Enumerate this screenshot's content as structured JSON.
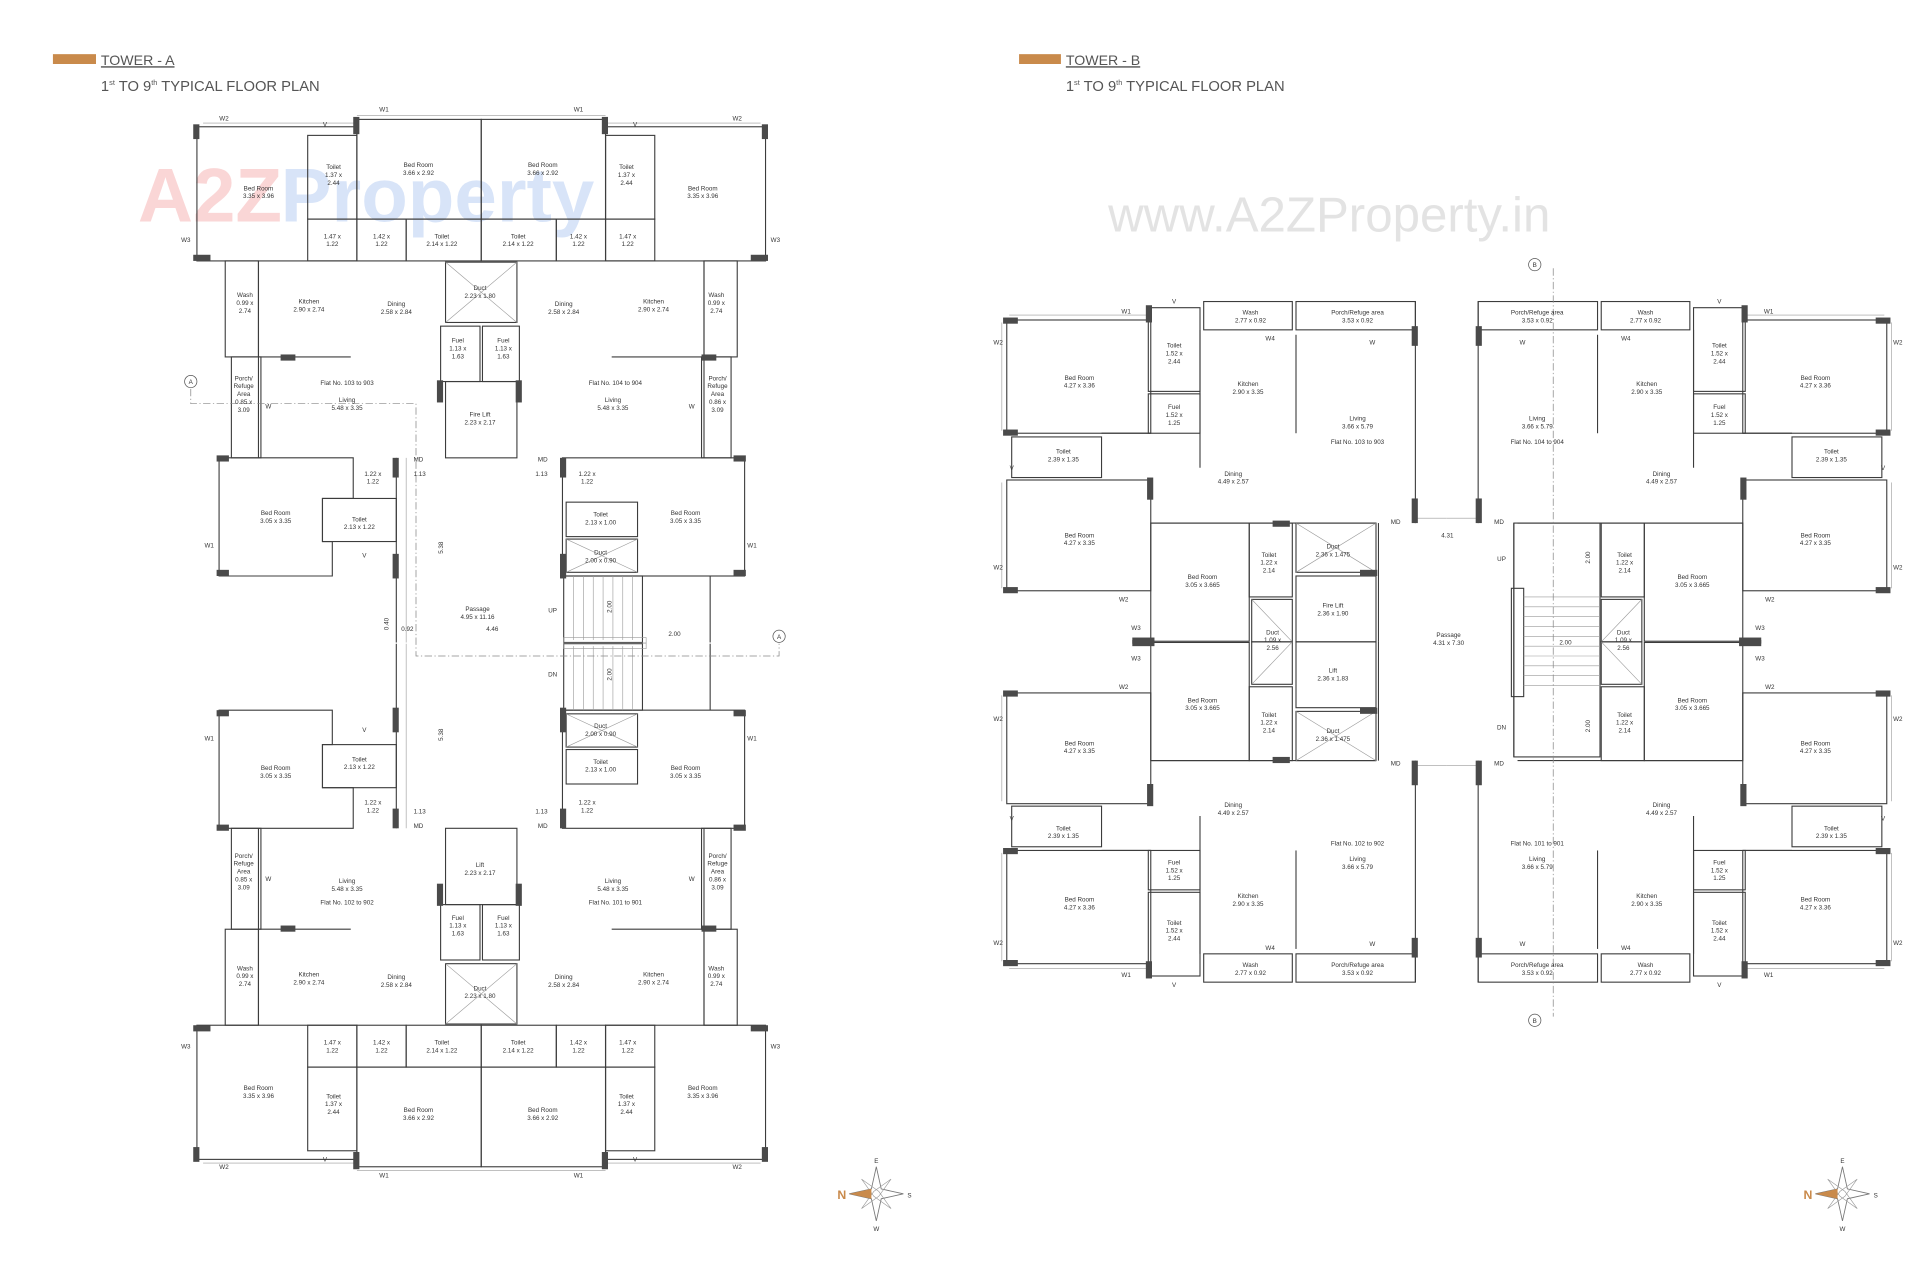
{
  "accent_color": "#c98a4b",
  "watermark_logo": {
    "part1": "A2Z",
    "part2": "Property",
    "colors": [
      "#f4a5a5",
      "#a8d8a8",
      "#a9c4f0",
      "#f5e39a"
    ]
  },
  "watermark_url": "www.A2ZProperty.in",
  "tower_a": {
    "title": "TOWER - A",
    "subtitle": {
      "n1": "1",
      "s1": "st",
      "mid": " TO 9",
      "s2": "th",
      "rest": " TYPICAL FLOOR PLAN"
    },
    "section_marker": "A",
    "compass": {
      "n": "N",
      "e": "E",
      "s": "S",
      "w": "W"
    },
    "labels": [
      [
        "W2"
      ],
      [
        "V"
      ],
      [
        "W1"
      ],
      [
        "W1"
      ],
      [
        "V"
      ],
      [
        "W2"
      ],
      [
        "Bed Room",
        "3.35 x 3.96"
      ],
      [
        "Toilet",
        "1.37 x",
        "2.44"
      ],
      [
        "Bed Room",
        "3.66 x 2.92"
      ],
      [
        "Bed Room",
        "3.66 x 2.92"
      ],
      [
        "Toilet",
        "1.37 x",
        "2.44"
      ],
      [
        "Bed Room",
        "3.35 x 3.96"
      ],
      [
        "W3"
      ],
      [
        "W3"
      ],
      [
        "1.47 x",
        "1.22"
      ],
      [
        "1.42 x",
        "1.22"
      ],
      [
        "Toilet",
        "2.14 x 1.22"
      ],
      [
        "Toilet",
        "2.14 x 1.22"
      ],
      [
        "1.42 x",
        "1.22"
      ],
      [
        "1.47 x",
        "1.22"
      ],
      [
        "Wash",
        "0.99 x",
        "2.74"
      ],
      [
        "Kitchen",
        "2.90 x 2.74"
      ],
      [
        "Dining",
        "2.58 x 2.84"
      ],
      [
        "Duct",
        "2.23 x 1.80"
      ],
      [
        "Dining",
        "2.58 x 2.84"
      ],
      [
        "Kitchen",
        "2.90 x 2.74"
      ],
      [
        "Wash",
        "0.99 x",
        "2.74"
      ],
      [
        "Fuel",
        "1.13 x",
        "1.63"
      ],
      [
        "Fuel",
        "1.13 x",
        "1.63"
      ],
      [
        "Flat No. 103 to 903"
      ],
      [
        "Living",
        "5.48 x 3.35"
      ],
      [
        "Fire Lift",
        "2.23 x 2.17"
      ],
      [
        "Flat No. 104 to 904"
      ],
      [
        "Living",
        "5.48 x 3.35"
      ],
      [
        "Porch/",
        "Refuge",
        "Area",
        "0.85 x",
        "3.09"
      ],
      [
        "Porch/",
        "Refuge",
        "Area",
        "0.86 x",
        "3.09"
      ],
      [
        "W"
      ],
      [
        "W"
      ],
      [
        "MD"
      ],
      [
        "MD"
      ],
      [
        "1.13"
      ],
      [
        "1.13"
      ],
      [
        "1.22 x",
        "1.22"
      ],
      [
        "1.22 x",
        "1.22"
      ],
      [
        "Bed Room",
        "3.05 x 3.35"
      ],
      [
        "Toilet",
        "2.13 x 1.22"
      ],
      [
        "Toilet",
        "2.13 x 1.00"
      ],
      [
        "Duct",
        "2.00 x 0.90"
      ],
      [
        "Bed Room",
        "3.05 x 3.35"
      ],
      [
        "W1"
      ],
      [
        "W1"
      ],
      [
        "V"
      ],
      [
        "Passage",
        "4.95 x 11.16"
      ],
      [
        "UP"
      ],
      [
        "5.38"
      ],
      [
        "0.40"
      ],
      [
        "0.92"
      ],
      [
        "4.46"
      ],
      [
        "2.00"
      ],
      [
        "2.00"
      ],
      [
        "DN"
      ],
      [
        "2.00"
      ],
      [
        "5.38"
      ],
      [
        "Duct",
        "2.00 x 0.90"
      ],
      [
        "Toilet",
        "2.13 x 1.00"
      ],
      [
        "Bed Room",
        "3.05 x 3.35"
      ],
      [
        "Toilet",
        "2.13 x 1.22"
      ],
      [
        "Bed Room",
        "3.05 x 3.35"
      ],
      [
        "W1"
      ],
      [
        "W1"
      ],
      [
        "V"
      ],
      [
        "1.22 x",
        "1.22"
      ],
      [
        "1.22 x",
        "1.22"
      ],
      [
        "1.13"
      ],
      [
        "1.13"
      ],
      [
        "MD"
      ],
      [
        "MD"
      ],
      [
        "Lift",
        "2.23 x 2.17"
      ],
      [
        "Living",
        "5.48 x 3.35"
      ],
      [
        "Flat No. 102 to 902"
      ],
      [
        "Living",
        "5.48 x 3.35"
      ],
      [
        "Flat No. 101 to 901"
      ],
      [
        "Porch/",
        "Refuge",
        "Area",
        "0.85 x",
        "3.09"
      ],
      [
        "Porch/",
        "Refuge",
        "Area",
        "0.86 x",
        "3.09"
      ],
      [
        "W"
      ],
      [
        "W"
      ],
      [
        "Fuel",
        "1.13 x",
        "1.63"
      ],
      [
        "Fuel",
        "1.13 x",
        "1.63"
      ],
      [
        "Wash",
        "0.99 x",
        "2.74"
      ],
      [
        "Kitchen",
        "2.90 x 2.74"
      ],
      [
        "Dining",
        "2.58 x 2.84"
      ],
      [
        "Duct",
        "2.23 x 1.80"
      ],
      [
        "Dining",
        "2.58 x 2.84"
      ],
      [
        "Kitchen",
        "2.90 x 2.74"
      ],
      [
        "Wash",
        "0.99 x",
        "2.74"
      ],
      [
        "1.47 x",
        "1.22"
      ],
      [
        "1.42 x",
        "1.22"
      ],
      [
        "Toilet",
        "2.14 x 1.22"
      ],
      [
        "Toilet",
        "2.14 x 1.22"
      ],
      [
        "1.42 x",
        "1.22"
      ],
      [
        "1.47 x",
        "1.22"
      ],
      [
        "W3"
      ],
      [
        "W3"
      ],
      [
        "Bed Room",
        "3.35 x 3.96"
      ],
      [
        "Toilet",
        "1.37 x",
        "2.44"
      ],
      [
        "Bed Room",
        "3.66 x 2.92"
      ],
      [
        "Bed Room",
        "3.66 x 2.92"
      ],
      [
        "Toilet",
        "1.37 x",
        "2.44"
      ],
      [
        "Bed Room",
        "3.35 x 3.96"
      ],
      [
        "W2"
      ],
      [
        "V"
      ],
      [
        "W1"
      ],
      [
        "W1"
      ],
      [
        "V"
      ],
      [
        "W2"
      ]
    ]
  },
  "tower_b": {
    "title": "TOWER - B",
    "subtitle": {
      "n1": "1",
      "s1": "st",
      "mid": " TO 9",
      "s2": "th",
      "rest": " TYPICAL FLOOR PLAN"
    },
    "section_marker": "B",
    "compass": {
      "n": "N",
      "e": "E",
      "s": "S",
      "w": "W"
    },
    "labels": [
      [
        "W1"
      ],
      [
        "V"
      ],
      [
        "Wash",
        "2.77 x 0.92"
      ],
      [
        "Porch/Refuge area",
        "3.53 x 0.92"
      ],
      [
        "W4"
      ],
      [
        "W"
      ],
      [
        "W2"
      ],
      [
        "Toilet",
        "1.52 x",
        "2.44"
      ],
      [
        "Bed Room",
        "4.27 x 3.36"
      ],
      [
        "Kitchen",
        "2.90 x 3.35"
      ],
      [
        "Living",
        "3.66 x 5.79"
      ],
      [
        "Flat No. 103 to 903"
      ],
      [
        "Fuel",
        "1.52 x",
        "1.25"
      ],
      [
        "Toilet",
        "2.39 x 1.35"
      ],
      [
        "V"
      ],
      [
        "Dining",
        "4.49 x 2.57"
      ],
      [
        "Bed Room",
        "4.27 x 3.35"
      ],
      [
        "W2"
      ],
      [
        "MD"
      ],
      [
        "Bed Room",
        "3.05 x 3.665"
      ],
      [
        "Toilet",
        "1.22 x",
        "2.14"
      ],
      [
        "Duct",
        "2.36 x 1.475"
      ],
      [
        "Fire Lift",
        "2.36 x 1.90"
      ],
      [
        "Duct",
        "1.09 x",
        "2.56"
      ],
      [
        "Lift",
        "2.36 x 1.83"
      ],
      [
        "W2"
      ],
      [
        "W3"
      ],
      [
        "W3"
      ],
      [
        "W2"
      ],
      [
        "Passage",
        "4.31 x 7.30"
      ],
      [
        "4.31"
      ],
      [
        "Bed Room",
        "3.05 x 3.665"
      ],
      [
        "Toilet",
        "1.22 x",
        "2.14"
      ],
      [
        "Duct",
        "2.36 x 1.475"
      ],
      [
        "MD"
      ],
      [
        "Bed Room",
        "4.27 x 3.35"
      ],
      [
        "W2"
      ],
      [
        "Dining",
        "4.49 x 2.57"
      ],
      [
        "Toilet",
        "2.39 x 1.35"
      ],
      [
        "V"
      ],
      [
        "Flat No. 102 to 902"
      ],
      [
        "Living",
        "3.66 x 5.79"
      ],
      [
        "Fuel",
        "1.52 x",
        "1.25"
      ],
      [
        "Kitchen",
        "2.90 x 3.35"
      ],
      [
        "Bed Room",
        "4.27 x 3.36"
      ],
      [
        "Toilet",
        "1.52 x",
        "2.44"
      ],
      [
        "W2"
      ],
      [
        "W4"
      ],
      [
        "W"
      ],
      [
        "Wash",
        "2.77 x 0.92"
      ],
      [
        "Porch/Refuge area",
        "3.53 x 0.92"
      ],
      [
        "W1"
      ],
      [
        "V"
      ],
      [
        "Porch/Refuge area",
        "3.53 x 0.92"
      ],
      [
        "Wash",
        "2.77 x 0.92"
      ],
      [
        "V"
      ],
      [
        "W1"
      ],
      [
        "W2"
      ],
      [
        "W"
      ],
      [
        "W4"
      ],
      [
        "Toilet",
        "1.52 x",
        "2.44"
      ],
      [
        "Bed Room",
        "4.27 x 3.36"
      ],
      [
        "Kitchen",
        "2.90 x 3.35"
      ],
      [
        "Living",
        "3.66 x 5.79"
      ],
      [
        "Flat No. 104 to 904"
      ],
      [
        "Fuel",
        "1.52 x",
        "1.25"
      ],
      [
        "Toilet",
        "2.39 x 1.35"
      ],
      [
        "V"
      ],
      [
        "Dining",
        "4.49 x 2.57"
      ],
      [
        "Bed Room",
        "4.27 x 3.35"
      ],
      [
        "W2"
      ],
      [
        "MD"
      ],
      [
        "Bed Room",
        "3.05 x 3.665"
      ],
      [
        "Toilet",
        "1.22 x",
        "2.14"
      ],
      [
        "Duct",
        "1.09 x",
        "2.56"
      ],
      [
        "W2"
      ],
      [
        "W3"
      ],
      [
        "W3"
      ],
      [
        "W2"
      ],
      [
        "UP"
      ],
      [
        "2.00"
      ],
      [
        "2.00"
      ],
      [
        "DN"
      ],
      [
        "2.00"
      ],
      [
        "Bed Room",
        "3.05 x 3.665"
      ],
      [
        "Toilet",
        "1.22 x",
        "2.14"
      ],
      [
        "MD"
      ],
      [
        "Bed Room",
        "4.27 x 3.35"
      ],
      [
        "W2"
      ],
      [
        "Dining",
        "4.49 x 2.57"
      ],
      [
        "Toilet",
        "2.39 x 1.35"
      ],
      [
        "V"
      ],
      [
        "Flat No. 101 to 901"
      ],
      [
        "Living",
        "3.66 x 5.79"
      ],
      [
        "Fuel",
        "1.52 x",
        "1.25"
      ],
      [
        "Kitchen",
        "2.90 x 3.35"
      ],
      [
        "Bed Room",
        "4.27 x 3.36"
      ],
      [
        "Toilet",
        "1.52 x",
        "2.44"
      ],
      [
        "W2"
      ],
      [
        "W4"
      ],
      [
        "W"
      ],
      [
        "Porch/Refuge area",
        "3.53 x 0.92"
      ],
      [
        "Wash",
        "2.77 x 0.92"
      ],
      [
        "W1"
      ],
      [
        "V"
      ]
    ]
  }
}
